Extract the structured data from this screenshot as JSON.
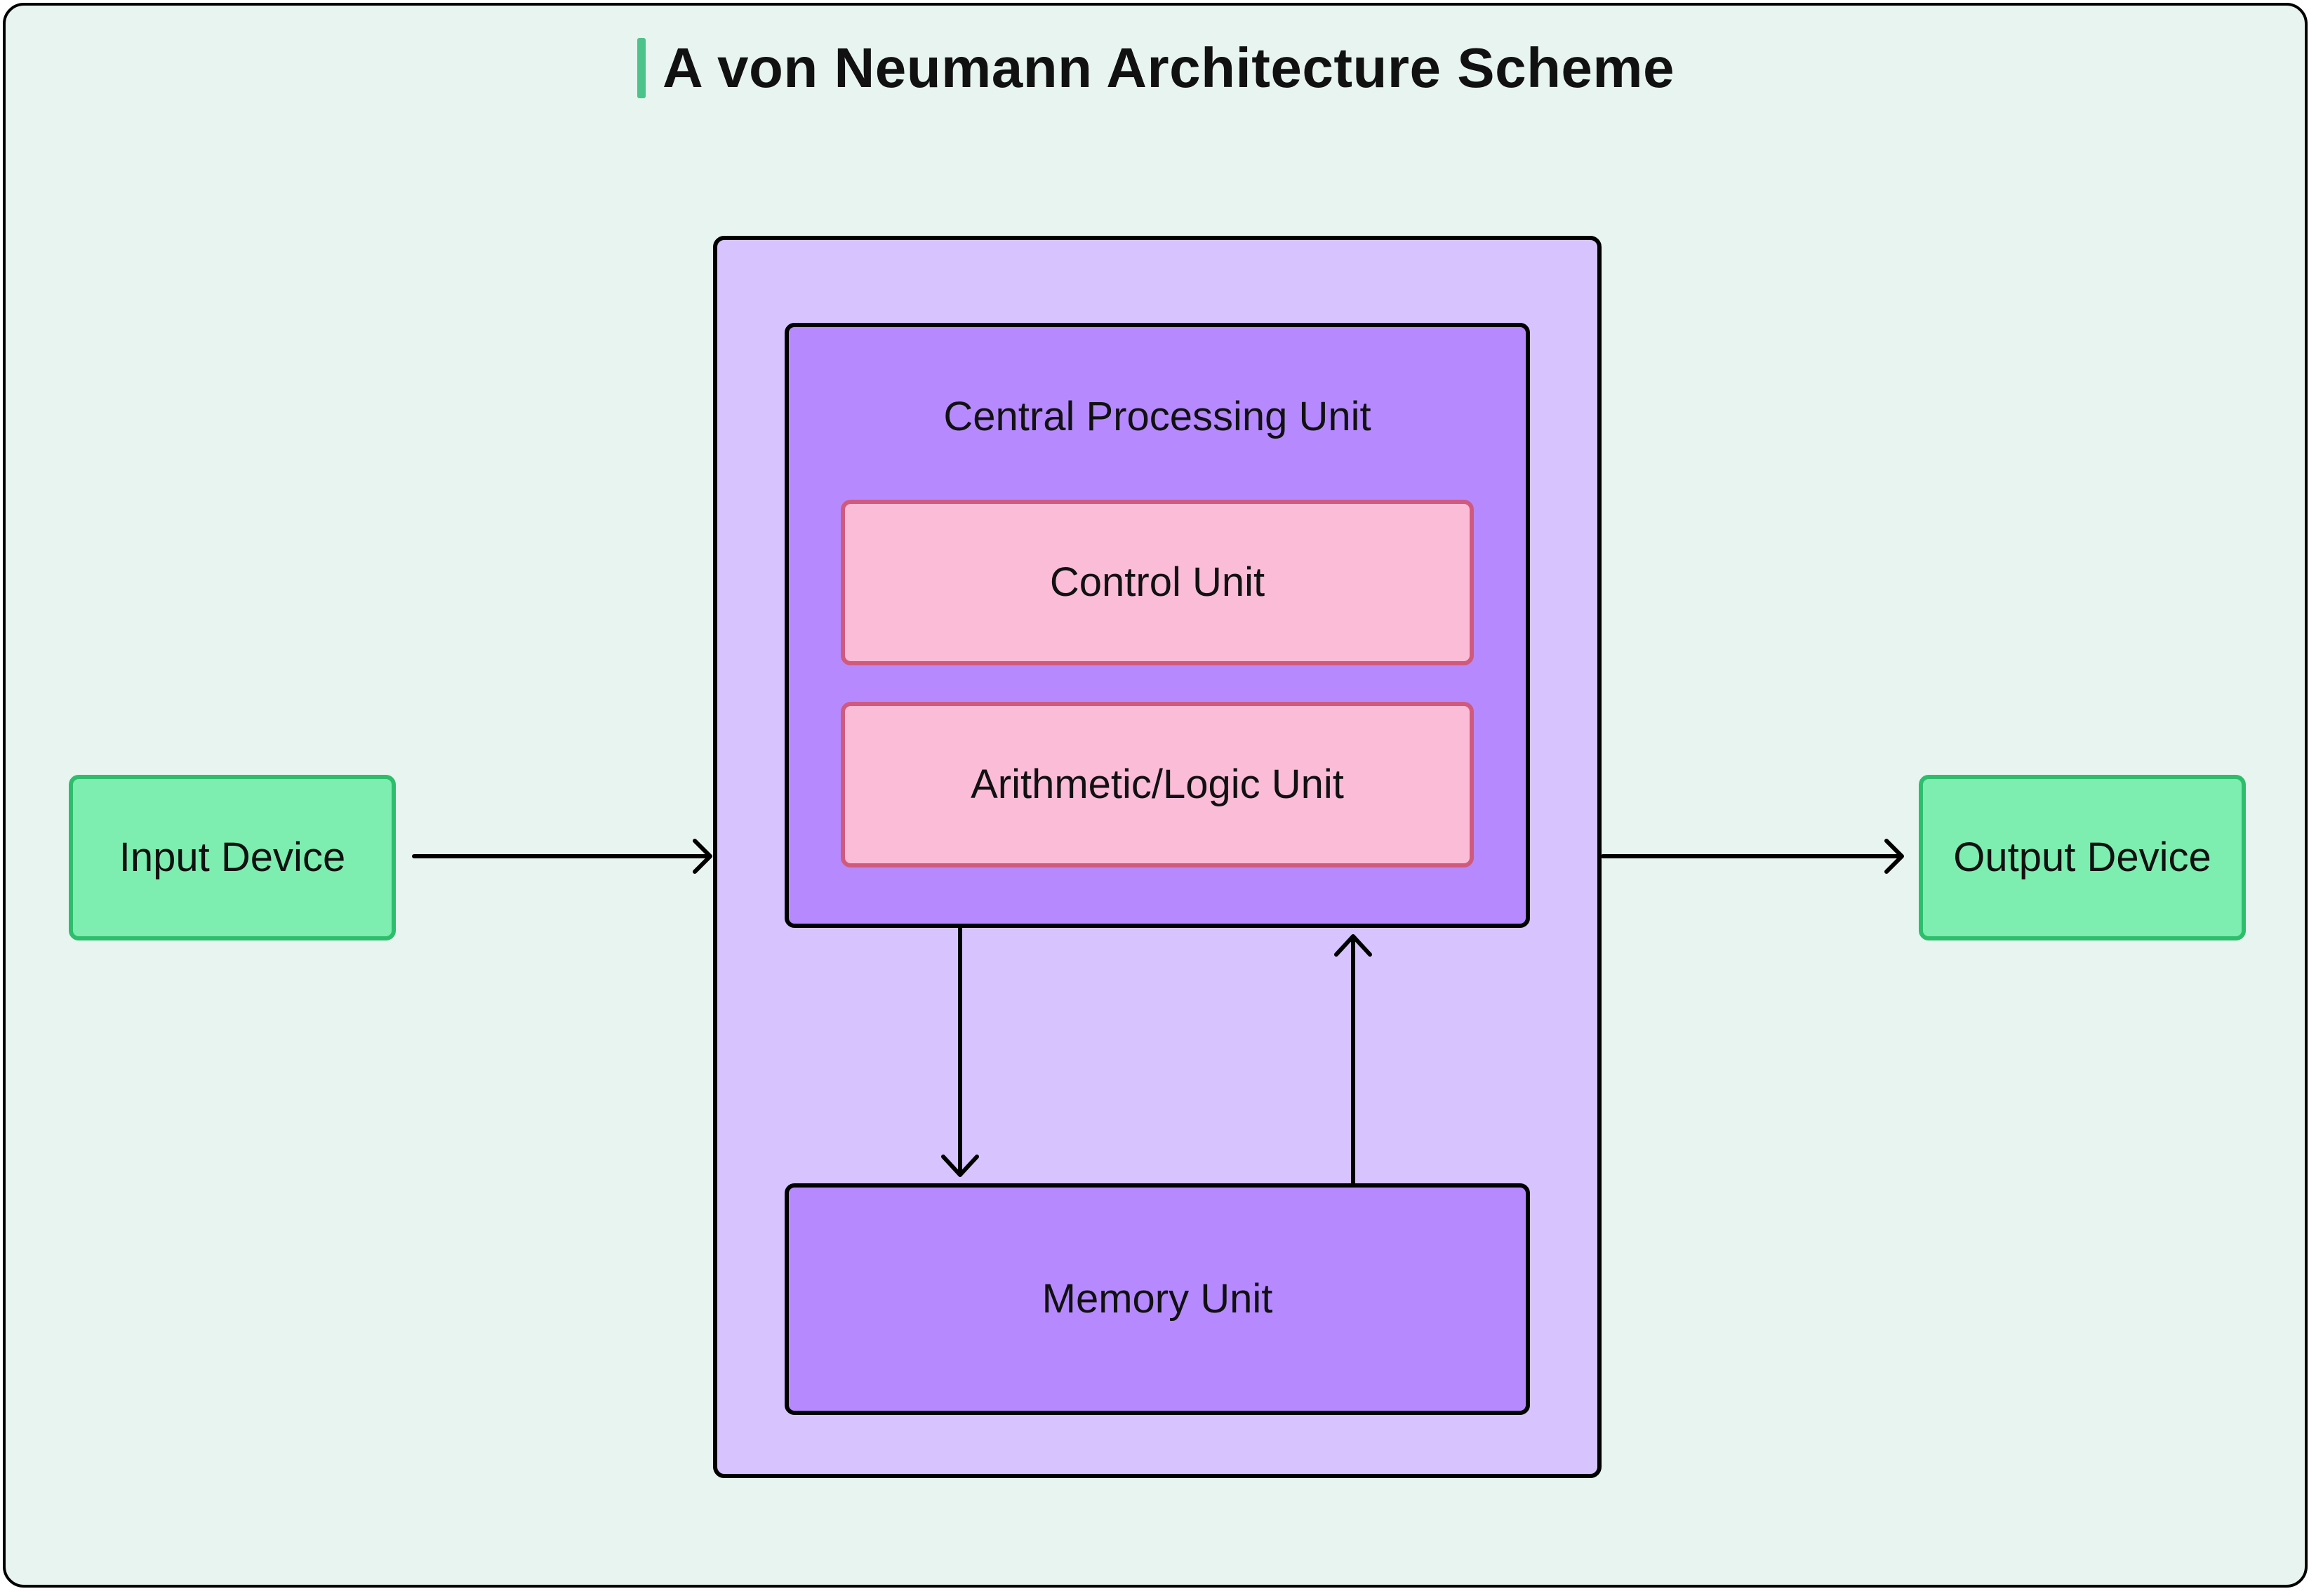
{
  "title": "A von Neumann Architecture Scheme",
  "nodes": {
    "input": "Input Device",
    "output": "Output Device",
    "cpu": "Central Processing Unit",
    "control": "Control Unit",
    "alu": "Arithmetic/Logic Unit",
    "memory": "Memory Unit"
  },
  "colors": {
    "background": "#E8F4EF",
    "title_accent": "#4CC38A",
    "device_fill": "#7DEDB0",
    "device_border": "#2DBE6C",
    "system_fill": "#D7C4FE",
    "cpu_fill": "#B68AFE",
    "unit_fill": "#FBBCD7",
    "unit_border": "#D05A7E",
    "memory_fill": "#B68AFE",
    "stroke": "#000000"
  },
  "edges": [
    {
      "from": "Input Device",
      "to": "Central Processing Unit system"
    },
    {
      "from": "Central Processing Unit system",
      "to": "Output Device"
    },
    {
      "from": "Central Processing Unit",
      "to": "Memory Unit"
    },
    {
      "from": "Memory Unit",
      "to": "Central Processing Unit"
    }
  ]
}
